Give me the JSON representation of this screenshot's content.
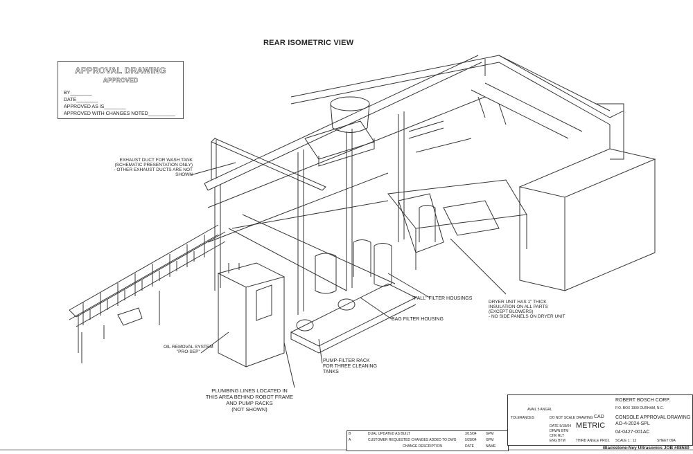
{
  "title": "REAR ISOMETRIC VIEW",
  "stamp": {
    "heading": "APPROVAL DRAWING",
    "status": "APPROVED",
    "lines": [
      "BY________",
      "DATE________",
      "APPROVED AS IS________",
      "APPROVED WITH CHANGES NOTED__________"
    ]
  },
  "notes": {
    "exhaust": [
      "EXHAUST DUCT FOR WASH TANK",
      "(SCHEMATIC PRESENTATION ONLY)",
      "- OTHER EXHAUST DUCTS ARE NOT",
      "SHOWN"
    ],
    "pall": "\"PALL\" FILTER HOUSINGS",
    "bag": "BAG FILTER HOUSING",
    "dryer": [
      "DRYER UNIT HAS 1\" THICK",
      "INSULATION ON ALL PARTS",
      "(EXCEPT BLOWERS)",
      "- NO SIDE PANELS ON DRYER UNIT"
    ],
    "oil": [
      "OIL REMOVAL SYSTEM",
      "\"PRO-SEP\""
    ],
    "pump": [
      "PUMP-FILTER RACK",
      "FOR THREE CLEANING",
      "TANKS"
    ],
    "plumbing": [
      "PLUMBING LINES LOCATED IN",
      "THIS AREA BEHIND ROBOT FRAME",
      "AND PUMP RACKS",
      "(NOT SHOWN)"
    ]
  },
  "title_block": {
    "company": "ROBERT BOSCH CORP.",
    "address": "P.O. BOX 1900 DURHAM, N.C.",
    "scale_label": "DO NOT SCALE DRAWING",
    "cad": "CAD",
    "units": "METRIC",
    "date": "DATE 5/18/04",
    "drawn": "DRWN BTM",
    "chk": "CHK RLT",
    "eng": "ENG BTM",
    "drawing_title": [
      "CONSOLE APPROVAL DRAWING",
      "AO-4-2024-SPL"
    ],
    "drawing_number": "04-0427-001AC",
    "scale": "SCALE 1 : 12",
    "sheet": "SHEET 09A",
    "finish_label": "AVAIL 5 ANGRL",
    "tolerances_label": "TOLERANCES",
    "projection_label": "THIRD ANGLE PROJ.",
    "footer": "Blackstone-Ney Ultrasonics JOB #08580"
  },
  "revisions": {
    "rows": [
      {
        "rev": "B",
        "desc": "DUAL UPDATED AS BUILT",
        "date": "3/15/04",
        "name": "GPM"
      },
      {
        "rev": "A",
        "desc": "CUSTOMER REQUESTED CHANGES ADDED TO DWG",
        "date": "5/28/04",
        "name": "GPM"
      }
    ],
    "header": {
      "desc": "CHANGE DESCRIPTION",
      "date": "DATE",
      "name": "NAME"
    }
  }
}
